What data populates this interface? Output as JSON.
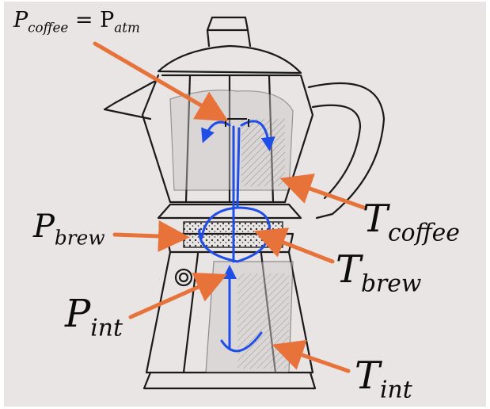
{
  "labels": {
    "p_coffee_eq": {
      "main": "P",
      "sub": "coffee",
      "rest": " = P",
      "sub2": "atm"
    },
    "p_brew": {
      "main": "P",
      "sub": "brew"
    },
    "p_int": {
      "main": "P",
      "sub": "int"
    },
    "t_coffee": {
      "main": "T",
      "sub": "coffee"
    },
    "t_brew": {
      "main": "T",
      "sub": "brew"
    },
    "t_int": {
      "main": "T",
      "sub": "int"
    }
  },
  "colors": {
    "background": "#e9e5e4",
    "ink": "#1a1a1a",
    "pointer_arrows": "#e8733a",
    "flow": "#1f4de8"
  },
  "icons": {
    "pot": "moka-pot-sketch",
    "flow": "water-flow-arrows"
  }
}
